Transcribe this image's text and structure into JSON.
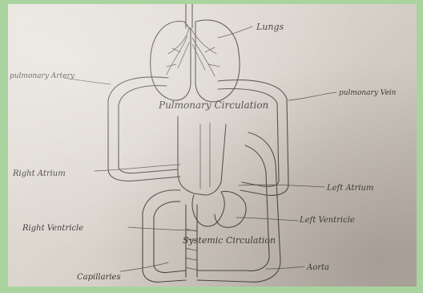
{
  "labels": {
    "lungs": "Lungs",
    "pulmonary_artery": "pulmonary Artery",
    "pulmonary_vein": "pulmonary Vein",
    "pulmonary_circulation": "Pulmonary Circulation",
    "right_atrium": "Right Atrium",
    "left_atrium": "Left Atrium",
    "right_ventricle": "Right Ventricle",
    "left_ventricle": "Left Ventricle",
    "systemic_circulation": "Systemic Circulation",
    "capillaries": "Capillaries",
    "aorta": "Aorta"
  },
  "colors": {
    "background": "#a9d49f",
    "paper": "#dcd6cf",
    "pencil": "#4a4641"
  }
}
